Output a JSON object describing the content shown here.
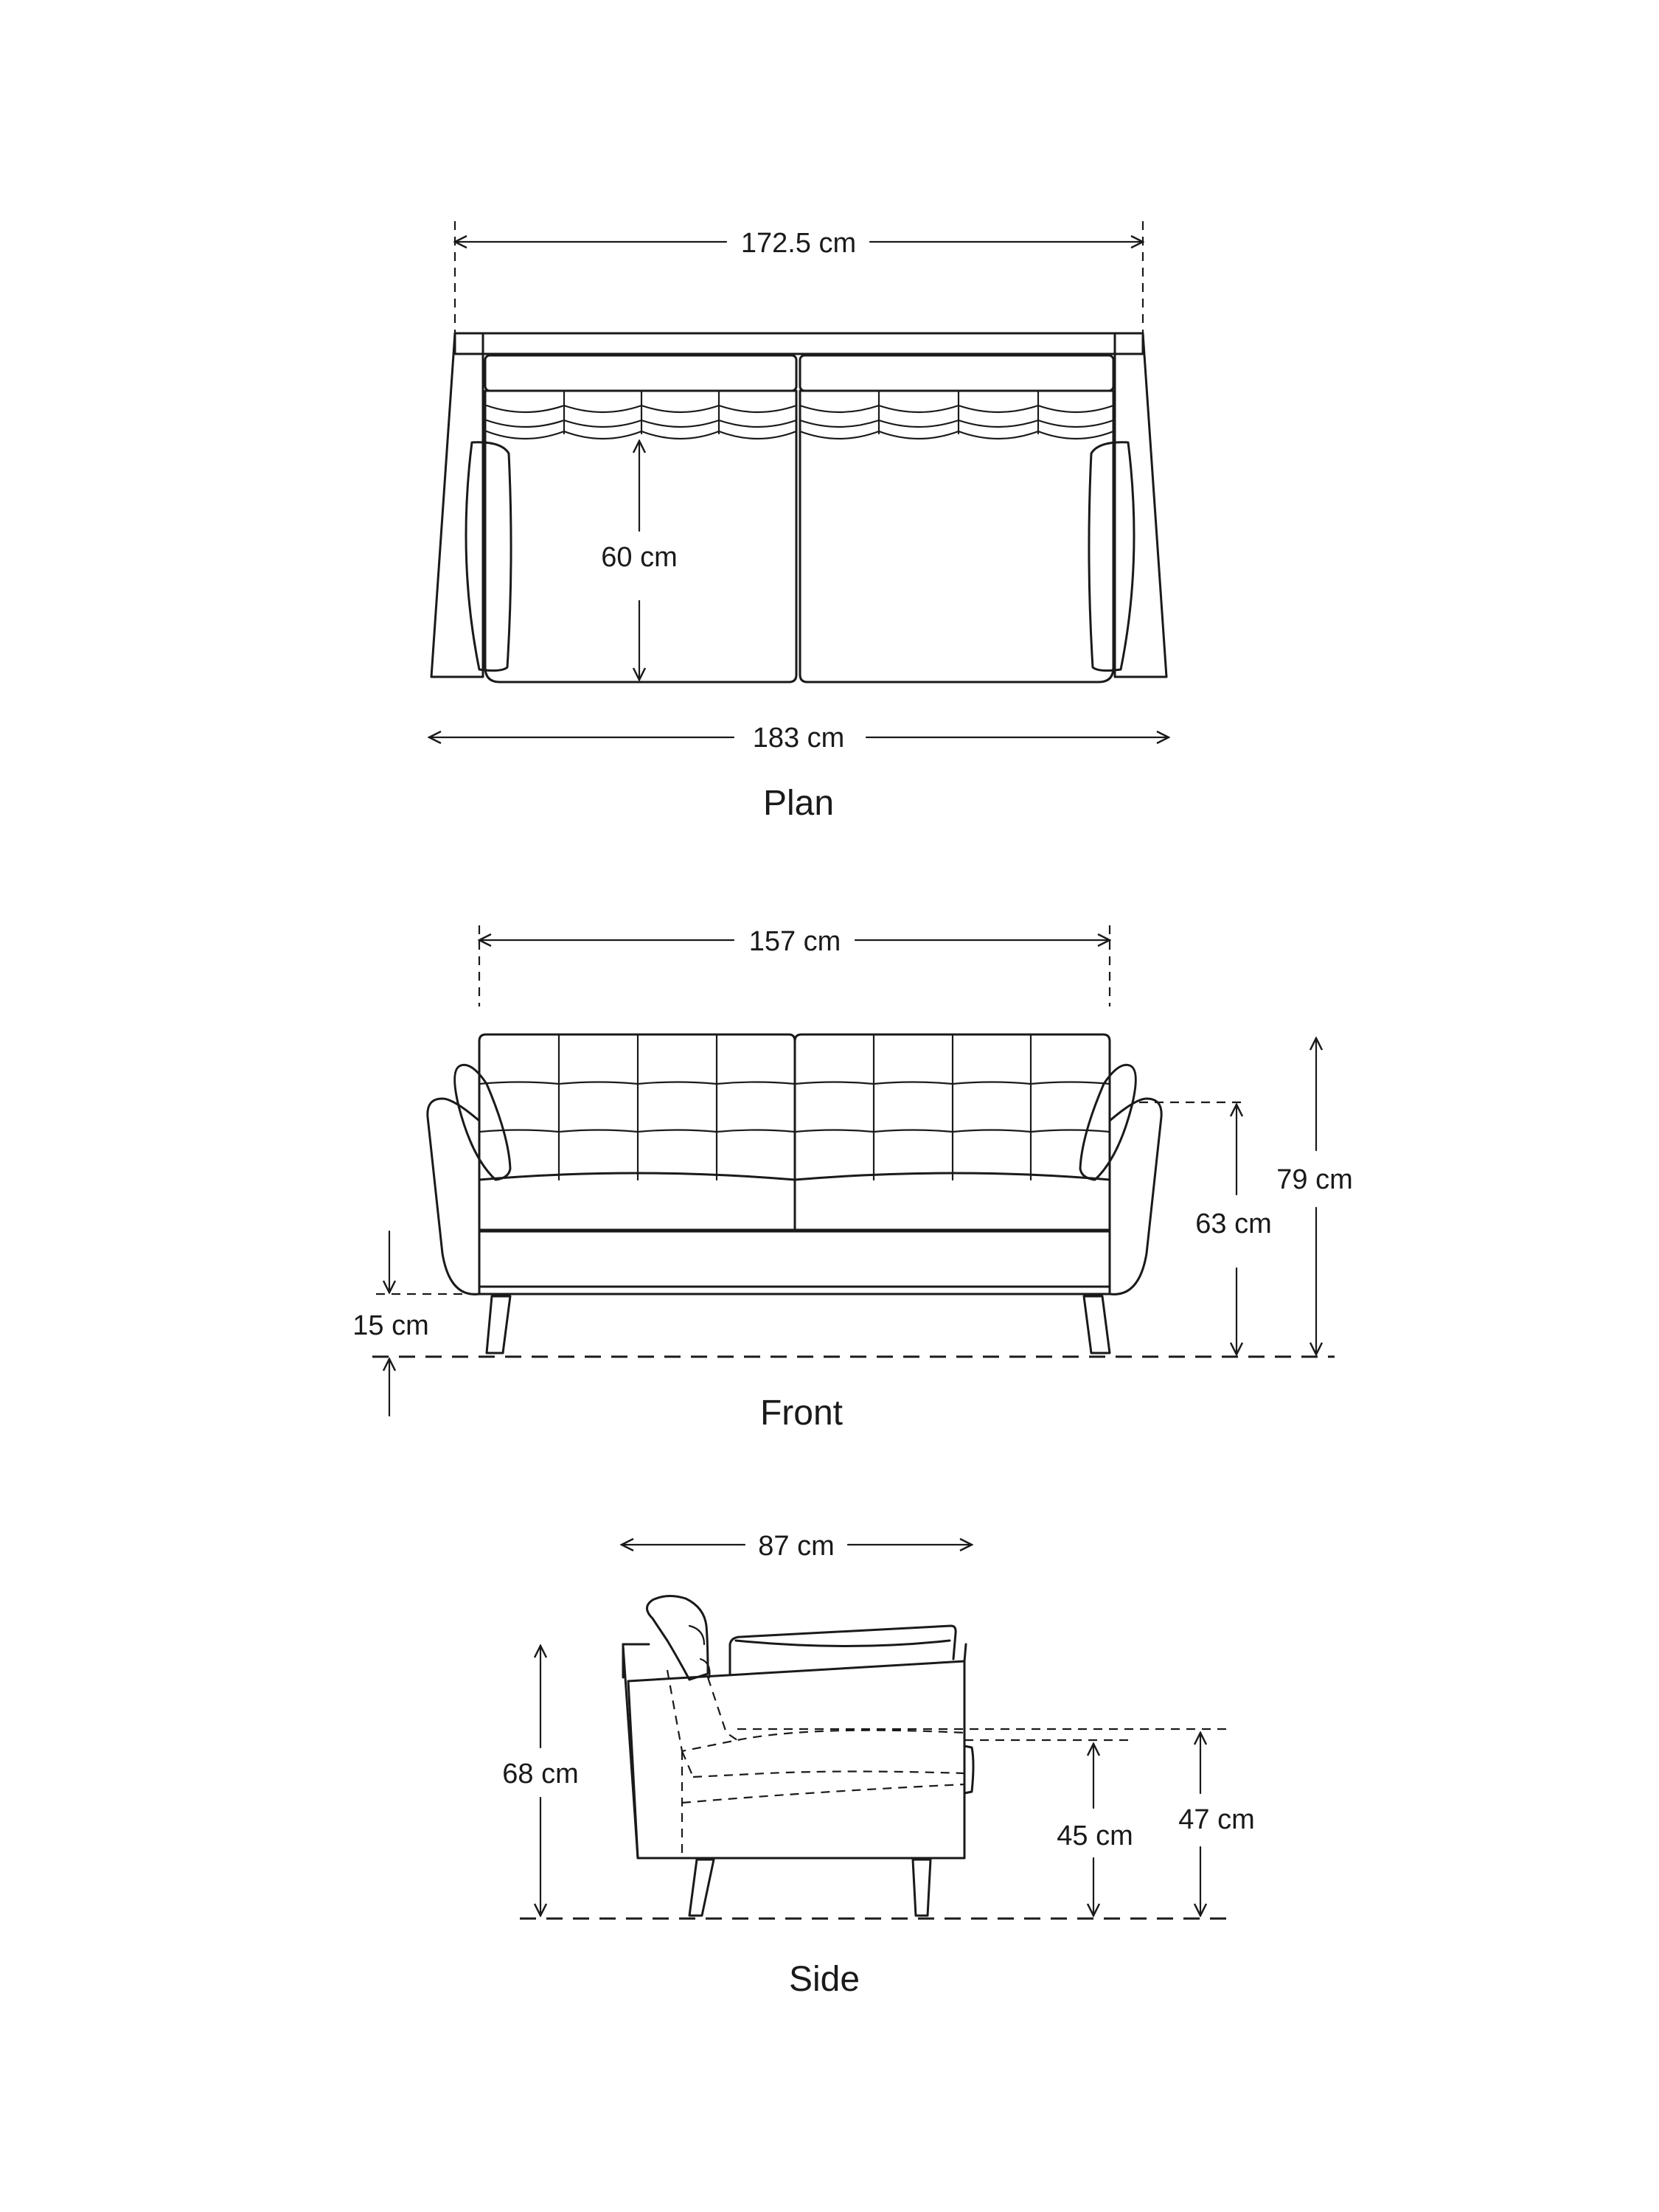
{
  "views": {
    "plan": {
      "caption": "Plan",
      "width_top": "172.5 cm",
      "depth": "60 cm",
      "width_bottom": "183 cm"
    },
    "front": {
      "caption": "Front",
      "width": "157 cm",
      "height_total": "79 cm",
      "height_arm": "63 cm",
      "leg_height": "15 cm"
    },
    "side": {
      "caption": "Side",
      "depth": "87 cm",
      "height_back": "68 cm",
      "seat_height": "45 cm",
      "seat_height_top": "47 cm"
    }
  }
}
